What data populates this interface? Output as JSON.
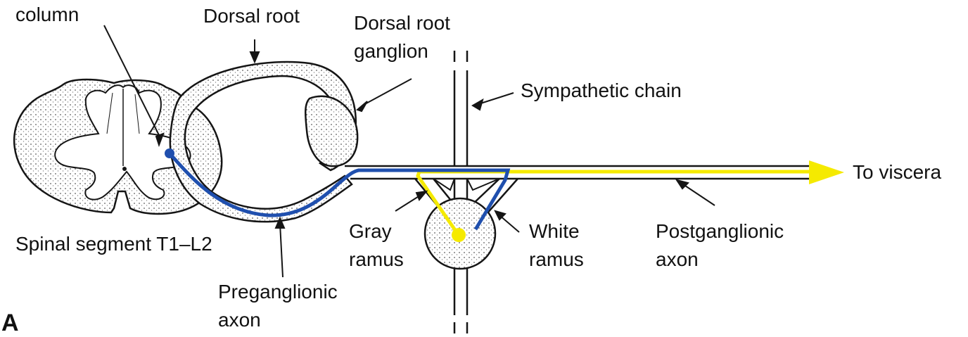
{
  "labels": {
    "column": "column",
    "dorsal_root": "Dorsal root",
    "dorsal_root_ganglion_1": "Dorsal root",
    "dorsal_root_ganglion_2": "ganglion",
    "sympathetic_chain": "Sympathetic chain",
    "to_viscera": "To viscera",
    "gray_ramus_1": "Gray",
    "gray_ramus_2": "ramus",
    "white_ramus_1": "White",
    "white_ramus_2": "ramus",
    "postganglionic_1": "Postganglionic",
    "postganglionic_2": "axon",
    "preganglionic_1": "Preganglionic",
    "preganglionic_2": "axon",
    "spinal_segment": "Spinal segment T1–L2",
    "panel": "A"
  },
  "colors": {
    "preganglionic_axon": "#1f4fae",
    "postganglionic_axon": "#f5ea00",
    "outline": "#151515"
  }
}
